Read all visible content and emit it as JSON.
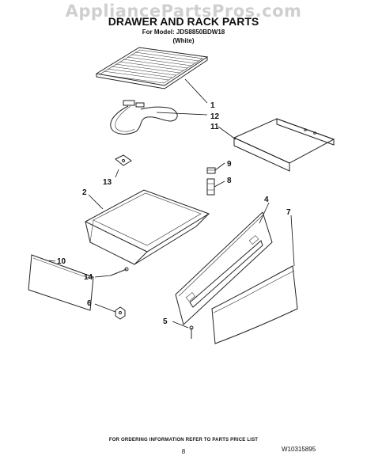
{
  "watermark": "AppliancePartsPros.com",
  "title": "DRAWER AND RACK PARTS",
  "model_line": "For Model: JDS8850BDW18",
  "color_line": "(White)",
  "callouts": {
    "c1": "1",
    "c12": "12",
    "c11": "11",
    "c9": "9",
    "c8": "8",
    "c13": "13",
    "c2": "2",
    "c4": "4",
    "c7": "7",
    "c10": "10",
    "c14": "14",
    "c6": "6",
    "c5": "5"
  },
  "footer": {
    "note": "FOR ORDERING INFORMATION REFER TO PARTS PRICE LIST",
    "page": "8",
    "code": "W10315895"
  }
}
